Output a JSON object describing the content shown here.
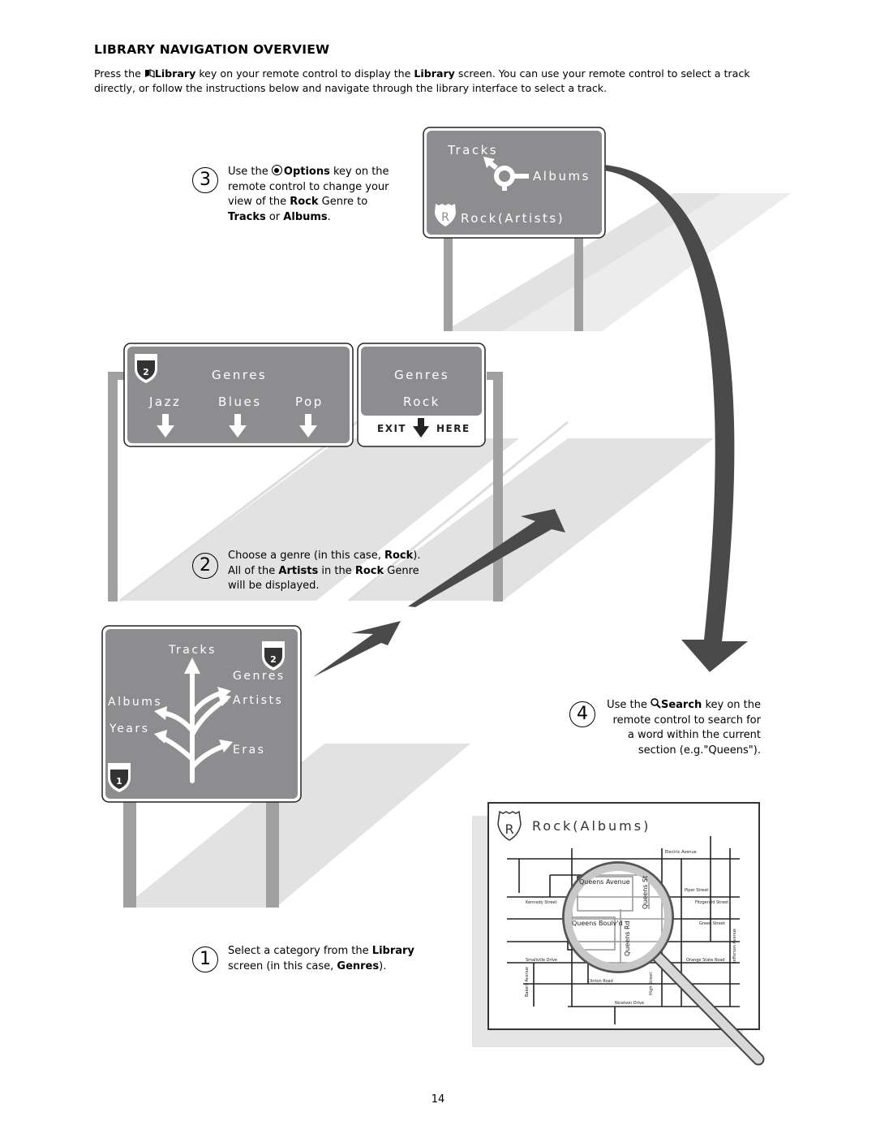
{
  "heading": "LIBRARY NAVIGATION OVERVIEW",
  "intro": {
    "p1": "Press the ",
    "library_key": "Library",
    "p2": " key on your remote control to display the ",
    "library_screen": "Library",
    "p3": " screen.  You can use your remote control to select a track directly, or follow the instructions below and navigate through the library interface to select a track."
  },
  "steps": {
    "step3": {
      "num": "3",
      "t1": "Use the ",
      "b1": "Options",
      "t2": " key on the remote control to change your view of the ",
      "b2": "Rock",
      "t3": " Genre to ",
      "b3": "Tracks",
      "t4": " or ",
      "b4": "Albums",
      "t5": "."
    },
    "step2": {
      "num": "2",
      "t1": "Choose a genre  (in this case, ",
      "b1": "Rock",
      "t2": "). All of the ",
      "b2": "Artists",
      "t3": " in the ",
      "b3": "Rock",
      "t4": " Genre will be displayed."
    },
    "step4": {
      "num": "4",
      "t1": "Use the ",
      "b1": "Search",
      "t2": " key on the remote  control to search for a word within the current section (e.g.\"Queens\")."
    },
    "step1": {
      "num": "1",
      "t1": "Select a category from the ",
      "b1": "Library",
      "t2": " screen (in this case, ",
      "b2": "Genres",
      "t3": ")."
    }
  },
  "signs": {
    "top": {
      "tracks": "Tracks",
      "albums": "Albums",
      "shield": "R",
      "rock_artists": "Rock(Artists)"
    },
    "genres_left": {
      "shield": "2",
      "title": "Genres",
      "jazz": "Jazz",
      "blues": "Blues",
      "pop": "Pop"
    },
    "genres_right": {
      "title": "Genres",
      "rock": "Rock",
      "exit": "EXIT",
      "here": "HERE"
    },
    "library": {
      "tracks": "Tracks",
      "genres": "Genres",
      "albums": "Albums",
      "artists": "Artists",
      "years": "Years",
      "eras": "Eras",
      "shield_top": "2",
      "shield_bottom": "1"
    }
  },
  "map": {
    "shield": "R",
    "title": "Rock(Albums)",
    "streets": {
      "electric": "Electric Avenue",
      "queens_ave": "Queens Avenue",
      "queens_st": "Queens St",
      "piper": "Piper Street",
      "kennedy": "Kennedy Street",
      "fitzgerald": "Fitzgerald Street",
      "queens_blvd": "Queens Boulv'd",
      "queens_rd": "Queens Rd",
      "green": "Green Street",
      "smallville": "Smallville Drive",
      "orange_state": "Orange State Road",
      "jefferson": "Jefferson Avenue",
      "bakers": "Bakers Avenue",
      "clinton": "Clinton Road",
      "high": "High Street",
      "nicelson": "Nicelson Drive"
    }
  },
  "icons": [
    "library-icon",
    "options-icon",
    "search-icon",
    "shield-icon",
    "arrow-icon",
    "magnifier-icon"
  ],
  "colors": {
    "sign": "#8d8d8f",
    "shadow": "#e2e2e2",
    "pole": "#a0a0a2",
    "arrow": "#4a4a4a"
  },
  "page_number": "14"
}
